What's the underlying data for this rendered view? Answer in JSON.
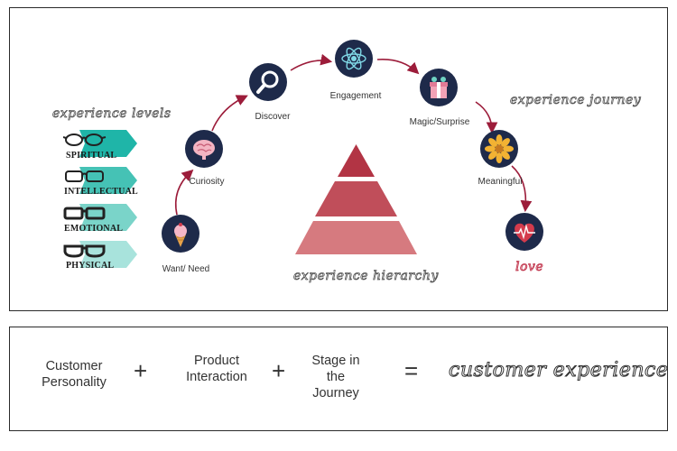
{
  "top": {
    "levels_title": "experience levels",
    "journey_title": "experience journey",
    "hierarchy_title": "experience hierarchy",
    "levels": [
      {
        "label": "SPIRITUAL",
        "color": "#1fb5a8"
      },
      {
        "label": "INTELLECTUAL",
        "color": "#45c2b5"
      },
      {
        "label": "EMOTIONAL",
        "color": "#7ad4c9"
      },
      {
        "label": "PHYSICAL",
        "color": "#a8e3dc"
      }
    ],
    "journey": [
      {
        "label": "Want/ Need",
        "icon": "ice-cream-icon"
      },
      {
        "label": "Curiosity",
        "icon": "brain-icon"
      },
      {
        "label": "Discover",
        "icon": "magnifier-icon"
      },
      {
        "label": "Engagement",
        "icon": "atom-icon"
      },
      {
        "label": "Magic/Surprise",
        "icon": "gift-icon"
      },
      {
        "label": "Meaningful",
        "icon": "flower-icon"
      }
    ],
    "final": {
      "label": "love",
      "icon": "heart-icon",
      "color": "#c0364d"
    },
    "colors": {
      "arrow": "#9c1c3a",
      "node": "#1e2a4a",
      "pyramid_top": "#b23444",
      "pyramid_mid": "#c04e5a",
      "pyramid_bottom": "#d67a7f"
    }
  },
  "bottom": {
    "term1": "Customer Personality",
    "term2": "Product Interaction",
    "term3": "Stage in the Journey",
    "plus": "+",
    "equals": "=",
    "result": "customer experience"
  }
}
